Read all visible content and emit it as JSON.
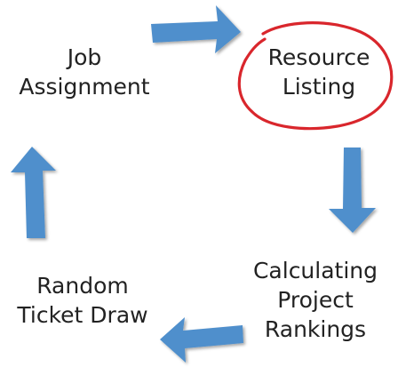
{
  "nodes": {
    "job_assignment": {
      "line1": "Job",
      "line2": "Assignment"
    },
    "resource_listing": {
      "line1": "Resource",
      "line2": "Listing"
    },
    "calculating_rankings": {
      "line1": "Calculating",
      "line2": "Project",
      "line3": "Rankings"
    },
    "random_ticket_draw": {
      "line1": "Random",
      "line2": "Ticket Draw"
    }
  },
  "colors": {
    "arrow": "#4f8fcc",
    "highlight_circle": "#d9262c",
    "text": "#222222"
  }
}
